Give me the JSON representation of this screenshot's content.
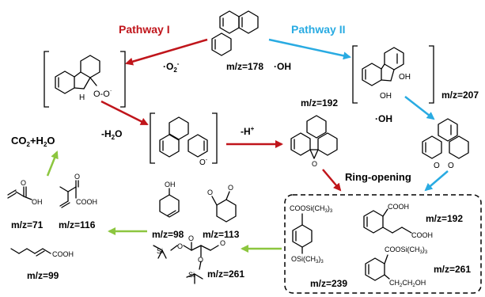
{
  "pathways": {
    "pathway1": {
      "label": "Pathway I",
      "color": "#c0151b"
    },
    "pathway2": {
      "label": "Pathway II",
      "color": "#29abe2"
    }
  },
  "colors": {
    "red": "#c0151b",
    "blue": "#29abe2",
    "green": "#8cc63f"
  },
  "reagents": {
    "superoxide": "·O",
    "superoxide_sub": "2",
    "superoxide_sup": "-",
    "hydroxyl_1": "·OH",
    "hydroxyl_2": "·OH",
    "minus_water": "-H",
    "minus_water_sub": "2",
    "minus_water_tail": "O",
    "minus_proton": "-H",
    "minus_proton_sup": "+",
    "ring_opening": "Ring-opening"
  },
  "products": {
    "co2_h2o": {
      "a": "CO",
      "sub1": "2",
      "b": "+H",
      "sub2": "2",
      "c": "O"
    }
  },
  "mz": {
    "phenanthrene": "m/z=178",
    "epoxide": "m/z=192",
    "quinone": "m/z=207",
    "box_acid": "m/z=192",
    "box_silyl_benzoate": "m/z=239",
    "box_silyl_ester": "m/z=261",
    "ester_silyl": "m/z=261",
    "cyclohexenol": "m/z=98",
    "dione": "m/z=113",
    "acrylic": "m/z=71",
    "butenoic": "m/z=116",
    "hexenoic": "m/z=99"
  },
  "atoms": {
    "oo": "O-O",
    "oo_sup": "·",
    "h": "H",
    "o_minus": "O",
    "o_minus_sup": "-",
    "oh": "OH",
    "o": "O",
    "cooh": "COOH",
    "cooh_small": "COOH",
    "cooh_tail": "COOH",
    "cooh_lower": "COOH",
    "cooh_butenoic": "COOH",
    "coosi": "COOSi(CH",
    "coosi_sub": "3",
    "coosi_end": ")",
    "coosi_sub2": "3",
    "osi": "OSi(CH",
    "osi_sub": "3",
    "osi_end": ")",
    "osi_sub2": "3",
    "coosi2": "COOSi(CH",
    "coosi2_sub": "3",
    "coosi2_end": ")",
    "coosi2_sub2": "3",
    "ch2ch2oh": "CH",
    "ch2ch2oh_s1": "2",
    "ch2ch2oh_m": "CH",
    "ch2ch2oh_s2": "2",
    "ch2ch2oh_e": "OH",
    "si": "Si",
    "si2": "Si",
    "ester_o": "O",
    "ester_o2": "O",
    "ester_o3": "O",
    "ester_cho": "O",
    "oh_acrylic": "OH",
    "oh_diol_top": "OH",
    "oh_diol_bot": "OH",
    "o_dione1": "O",
    "o_dione2": "O",
    "o_quinone1": "O",
    "o_quinone2": "O",
    "o_epoxide": "O",
    "oh_cyclohexenol": "OH",
    "o_acrylic_top": "O",
    "o_butenoic": "O"
  }
}
